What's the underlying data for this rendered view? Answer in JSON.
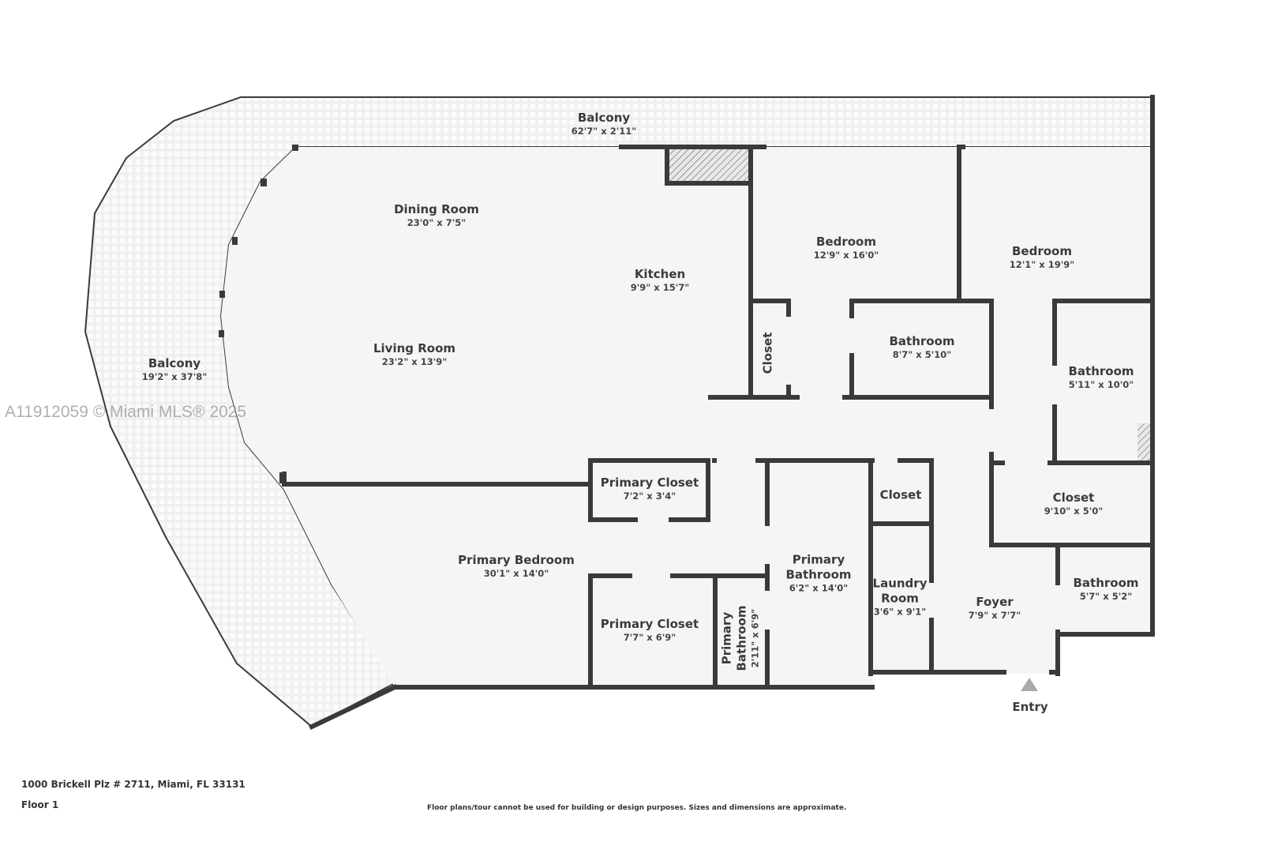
{
  "plan": {
    "address": "1000 Brickell Plz # 2711, Miami, FL 33131",
    "floor": "Floor 1",
    "disclaimer": "Floor plans/tour cannot be used for building or design purposes. Sizes and dimensions are approximate.",
    "watermark": "A11912059 © Miami MLS® 2025",
    "entry_label": "Entry",
    "colors": {
      "wall": "#3a3a3a",
      "floor": "#f5f5f5",
      "balcony": "#efefef",
      "background": "#ffffff"
    }
  },
  "rooms": [
    {
      "name": "Balcony",
      "dims": "62'7\" x 2'11\""
    },
    {
      "name": "Dining Room",
      "dims": "23'0\" x 7'5\""
    },
    {
      "name": "Kitchen",
      "dims": "9'9\" x 15'7\""
    },
    {
      "name": "Living Room",
      "dims": "23'2\" x 13'9\""
    },
    {
      "name": "Balcony",
      "dims": "19'2\" x 37'8\""
    },
    {
      "name": "Bedroom",
      "dims": "12'9\" x 16'0\""
    },
    {
      "name": "Bedroom",
      "dims": "12'1\" x 19'9\""
    },
    {
      "name": "Closet",
      "dims": ""
    },
    {
      "name": "Bathroom",
      "dims": "8'7\" x 5'10\""
    },
    {
      "name": "Bathroom",
      "dims": "5'11\" x 10'0\""
    },
    {
      "name": "Primary Closet",
      "dims": "7'2\" x 3'4\""
    },
    {
      "name": "Closet",
      "dims": ""
    },
    {
      "name": "Closet",
      "dims": "9'10\" x 5'0\""
    },
    {
      "name": "Primary Bedroom",
      "dims": "30'1\" x 14'0\""
    },
    {
      "name": "Primary Bathroom",
      "dims": "6'2\" x 14'0\""
    },
    {
      "name": "Laundry Room",
      "dims": "3'6\" x 9'1\""
    },
    {
      "name": "Foyer",
      "dims": "7'9\" x 7'7\""
    },
    {
      "name": "Bathroom",
      "dims": "5'7\" x 5'2\""
    },
    {
      "name": "Primary Closet",
      "dims": "7'7\" x 6'9\""
    },
    {
      "name": "Primary Bathroom",
      "dims": "2'11\" x 6'9\""
    }
  ]
}
